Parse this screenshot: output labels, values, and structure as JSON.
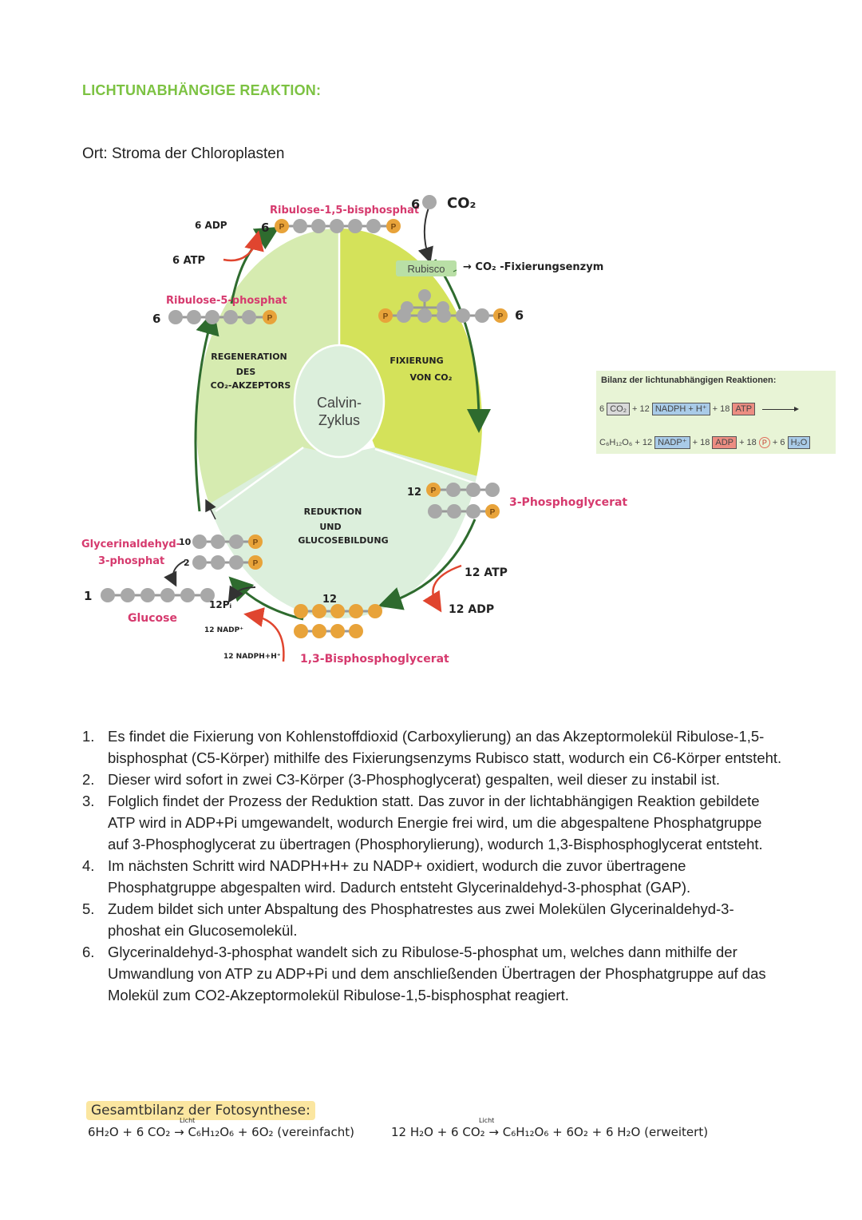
{
  "heading": "LICHTUNABHÄNGIGE REAKTION:",
  "location": "Ort: Stroma der Chloroplasten",
  "diagram": {
    "center": [
      "Calvin-",
      "Zyklus"
    ],
    "regeneration": [
      "REGENERATION",
      "DES",
      "CO₂-AKZEPTORS"
    ],
    "fixierung": [
      "FIXIERUNG",
      "VON CO₂"
    ],
    "reduktion": [
      "REDUKTION",
      "UND",
      "GLUCOSEBILDUNG"
    ],
    "ribulose15": "Ribulose-1,5-bisphosphat",
    "ribulose15_count": "6",
    "co2_count": "6",
    "co2": "CO₂",
    "rubisco": "Rubisco",
    "rubisco_note": "→ CO₂ -Fixierungsenzym",
    "c6_count": "6",
    "adp6": "6 ADP",
    "atp6": "6 ATP",
    "ribulose5": "Ribulose-5-phosphat",
    "ribulose5_count": "6",
    "pga_count": "12",
    "pga": "3-Phosphoglycerat",
    "atp12": "12 ATP",
    "adp12": "12 ADP",
    "bpg_count": "12",
    "bpg": "1,3-Bisphosphoglycerat",
    "nadph": "12 NADPH+H⁺",
    "nadp": "12 NADP⁺",
    "pi": "12Pᵢ",
    "gap_label1": "Glycerinaldehyd-",
    "gap_label2": "3-phosphat",
    "gap_count10": "10",
    "gap_count2": "2",
    "glucose_count": "1",
    "glucose": "Glucose",
    "phosphate": "P"
  },
  "bilanz": {
    "title": "Bilanz der lichtunabhängigen Reaktionen:",
    "row1": {
      "n1": "6",
      "co2": "CO₂",
      "p1": "+ 12",
      "nadph": "NADPH + H⁺",
      "p2": "+ 18",
      "atp": "ATP"
    },
    "row2": {
      "glc": "C₆H₁₂O₆",
      "p1": "+ 12",
      "nadp": "NADP⁺",
      "p2": "+ 18",
      "adp": "ADP",
      "p3": "+ 18",
      "pi": "P",
      "p4": "+ 6",
      "h2o": "H₂O"
    }
  },
  "steps": [
    {
      "num": "1.",
      "text": "Es findet die Fixierung von Kohlenstoffdioxid (Carboxylierung) an das Akzeptormolekül Ribulose-1,5-bisphosphat (C5-Körper) mithilfe des Fixierungsenzyms Rubisco statt, wodurch ein C6-Körper entsteht."
    },
    {
      "num": "2.",
      "text": "Dieser wird sofort in zwei C3-Körper (3-Phosphoglycerat) gespalten, weil dieser zu instabil ist."
    },
    {
      "num": "3.",
      "text": "Folglich findet der Prozess der Reduktion statt. Das zuvor in der lichtabhängigen Reaktion gebildete ATP wird in ADP+Pi umgewandelt, wodurch Energie frei wird, um die abgespaltene Phosphatgruppe auf 3-Phosphoglycerat zu übertragen (Phosphorylierung), wodurch 1,3-Bisphosphoglycerat entsteht."
    },
    {
      "num": "4.",
      "text": "Im nächsten Schritt wird NADPH+H+ zu NADP+ oxidiert, wodurch die zuvor übertragene Phosphatgruppe abgespalten wird. Dadurch entsteht Glycerinaldehyd-3-phosphat (GAP)."
    },
    {
      "num": "5.",
      "text": "Zudem bildet sich unter Abspaltung des Phosphatrestes aus zwei Molekülen Glycerinaldehyd-3-phoshat ein Glucosemolekül."
    },
    {
      "num": "6.",
      "text": "Glycerinaldehyd-3-phosphat wandelt sich zu Ribulose-5-phosphat um, welches dann mithilfe der Umwandlung von ATP zu ADP+Pi und dem anschließenden Übertragen der Phosphatgruppe auf das Molekül zum CO2-Akzeptormolekül Ribulose-1,5-bisphosphat reagiert."
    }
  ],
  "gesamt": {
    "title": "Gesamtbilanz der Fotosynthese:",
    "eq1": "6H₂O + 6 CO₂ → C₆H₁₂O₆ + 6O₂ (vereinfacht)",
    "eq1_arrow_label": "Licht",
    "eq2": "12 H₂O + 6 CO₂ → C₆H₁₂O₆ + 6O₂ + 6 H₂O (erweitert)",
    "eq2_arrow_label": "Licht"
  },
  "colors": {
    "heading_green": "#7cc242",
    "pink_label": "#d63a6e",
    "red_arrow": "#e0452f",
    "dark_green_arrow": "#2e6b2e",
    "light_green": "#d6ebb0",
    "lime": "#d4e25a",
    "pale_green": "#dcefdc",
    "phosphate_orange": "#e8a33a",
    "carbon_grey": "#a8a8a8"
  }
}
